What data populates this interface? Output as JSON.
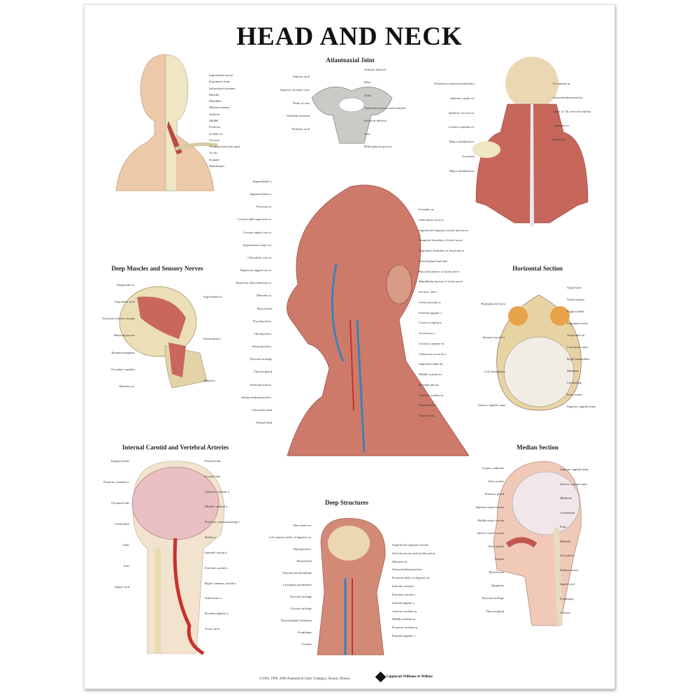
{
  "title": "HEAD AND NECK",
  "panels": {
    "skeleton_front": {
      "title": "",
      "left": [],
      "right": [
        "Supraorbital notch",
        "Zygomatic bone",
        "Infraorbital foramen",
        "Maxilla",
        "Mandible",
        "Mental foramen",
        "Anterior",
        "Middle",
        "Posterior",
        "Scalene m.",
        "Clavicle",
        "Acromioclavicular joint",
        "1st rib",
        "Scapula",
        "Manubrium"
      ]
    },
    "atlantoaxial": {
      "title": "Atlantoaxial Joint",
      "left": [
        "Anterior arch",
        "Superior articular facet",
        "Body of axis",
        "Vertebral foramen",
        "Posterior arch"
      ],
      "right": [
        "Anterior tubercle",
        "Dens",
        "Atlas",
        "Transverse process and foramen",
        "Posterior tubercle",
        "Axis",
        "Bifid spinous process"
      ]
    },
    "posterior": {
      "title": "",
      "left": [
        "External occipital protuberance",
        "Splenius capitis m.",
        "Splenius cervicis m.",
        "Levator scapulae m.",
        "Minor rhomboid m.",
        "Acromion",
        "Major rhomboid m."
      ],
      "right": [
        "Occipitalis m.",
        "Sternocleidomastoid m.",
        "Spine of 7th cervical vertebra",
        "Trapezius m.",
        "Deltoid m."
      ]
    },
    "central": {
      "title": "",
      "left": [
        "Supraorbital n.",
        "Supratrochlear n.",
        "Procerus m.",
        "Levator labii superioris m.",
        "Levator anguli oris m.",
        "Zygomaticus major m.",
        "Orbicularis oris m.",
        "Depressor anguli oris m.",
        "Depressor labii inferioris m.",
        "Mentalis m.",
        "Hyoid bone",
        "Thyrohyoid m.",
        "Omohyoid m.",
        "Sternohyoid m.",
        "Thyroid cartilage",
        "Thyroid gland",
        "Sternothyroid m.",
        "Sternocleidomastoid m.",
        "Clavicular head",
        "Sternal head"
      ],
      "right": [
        "Frontalis m.",
        "Orbicularis oculi m.",
        "Superficial temporal vessels and nerve",
        "Temporal branches of facial nerve",
        "Zygomatic branches of facial nerve",
        "Parotid gland and duct",
        "Buccal branches of facial nerve",
        "Mandibular branch of facial nerve",
        "Facial a. and v.",
        "Great auricular n.",
        "External jugular v.",
        "Lesser occipital n.",
        "Accessory n.",
        "Levator scapulae m.",
        "Transverse cervical a.",
        "Supraclavicular nn.",
        "Middle scalene m.",
        "Brachial plexus",
        "Anterior scalene m.",
        "Omohyoid m.",
        "Trapezius m."
      ]
    },
    "deep_muscles": {
      "title": "Deep Muscles and Sensory Nerves",
      "left": [
        "Temporalis m.",
        "Zygomatic arch",
        "External acoustic meatus",
        "Mastoid process",
        "Foramen magnum",
        "Occipital condyles",
        "Masseter m."
      ],
      "right": [
        "Supraorbital n.",
        "Infraorbital n.",
        "Mental n."
      ]
    },
    "horizontal": {
      "title": "Horizontal Section",
      "left": [
        "Hypophyseal fossa",
        "Internal carotid a.",
        "Left hemisphere",
        "Inferior sagittal sinus"
      ],
      "right": [
        "Nasal bone",
        "Nasal septum",
        "Right eyeball",
        "Zygomatic bone",
        "Temporalis m.",
        "Cavernous sinus",
        "Right hemisphere",
        "Midbrain",
        "Cerebellum",
        "Falx cerebri",
        "Superior sagittal sinus"
      ]
    },
    "carotid": {
      "title": "Internal Carotid and Vertebral Arteries",
      "left": [
        "Temporal lobe",
        "Posterior cerebral a.",
        "Occipital lobe",
        "Cerebellum",
        "Atlas",
        "Axis",
        "Spinal cord"
      ],
      "right": [
        "Parietal lobe",
        "Frontal lobe",
        "Anterior cerebral a.",
        "Middle cerebral a.",
        "Posterior communicating a.",
        "Basilar a.",
        "Internal carotid a.",
        "External carotid a.",
        "Right common carotid a.",
        "Subclavian a.",
        "Brachiocephalic a.",
        "Aortic arch"
      ]
    },
    "deep_structures": {
      "title": "Deep Structures",
      "left": [
        "Buccinator m.",
        "Left anterior belly of digastric m.",
        "Mylohyoid m.",
        "Hyoid bone",
        "Thyrohyoid membrane",
        "Laryngeal prominence",
        "Thyroid cartilage",
        "Cricoid cartilage",
        "Thyroid gland (isthmus)",
        "Esophagus",
        "Trachea"
      ],
      "right": [
        "Superficial temporal vessels",
        "Styloid process and stylohyoid m.",
        "Masseter m.",
        "Sternocleidomastoid m.",
        "Posterior belly of digastric m.",
        "Internal carotid a.",
        "External carotid a.",
        "Internal jugular v.",
        "Anterior scalene m.",
        "Middle scalene m.",
        "Posterior scalene m.",
        "External jugular v."
      ]
    },
    "median": {
      "title": "Median Section",
      "left": [
        "Corpus callosum",
        "Falx cerebri",
        "Pituitary gland",
        "Superior nasal concha",
        "Middle nasal concha",
        "Inferior nasal concha",
        "Bony palate",
        "Tongue",
        "Hyoid bone",
        "Epiglottis",
        "Thyroid cartilage",
        "Thyroid gland"
      ],
      "right": [
        "Superior sagittal sinus",
        "Inferior sagittal sinus",
        "Midbrain",
        "Cerebellum",
        "Pons",
        "Medulla",
        "Soft palate",
        "Palatine tonsil",
        "Spinal cord",
        "Esophagus",
        "Trachea"
      ]
    }
  },
  "footer": {
    "copyright": "©1994, 1996, 2000 Anatomical Chart Company, Skokie, Illinois.",
    "publisher": "Lippincott Williams & Wilkins"
  },
  "colors": {
    "muscle": "#c0584f",
    "skin": "#ecc9a8",
    "bone": "#efe6c4",
    "artery": "#c8322c",
    "vein": "#3f7fb8"
  }
}
